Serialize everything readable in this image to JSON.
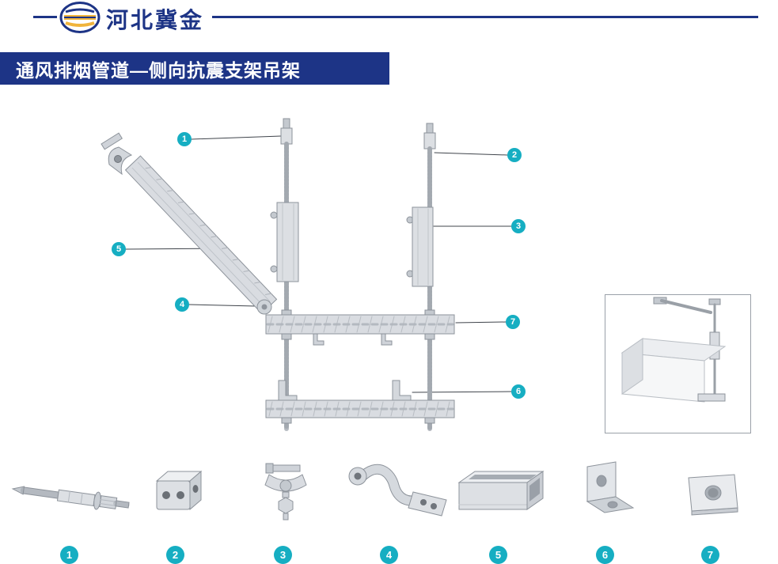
{
  "brand": {
    "name": "河北冀金"
  },
  "banner": {
    "title": "通风排烟管道—侧向抗震支架吊架"
  },
  "colors": {
    "brand_navy": "#1d3486",
    "accent_teal": "#16aec2"
  },
  "callouts": [
    {
      "num": "1"
    },
    {
      "num": "2"
    },
    {
      "num": "3"
    },
    {
      "num": "4"
    },
    {
      "num": "5"
    },
    {
      "num": "6"
    },
    {
      "num": "7"
    }
  ],
  "parts": [
    {
      "num": "1",
      "icon": "expansion-anchor-bolt-icon"
    },
    {
      "num": "2",
      "icon": "coupling-nut-block-icon"
    },
    {
      "num": "3",
      "icon": "clamp-bolt-icon"
    },
    {
      "num": "4",
      "icon": "hinge-connector-icon"
    },
    {
      "num": "5",
      "icon": "c-channel-strut-icon"
    },
    {
      "num": "6",
      "icon": "angle-bracket-icon"
    },
    {
      "num": "7",
      "icon": "square-washer-plate-icon"
    }
  ]
}
